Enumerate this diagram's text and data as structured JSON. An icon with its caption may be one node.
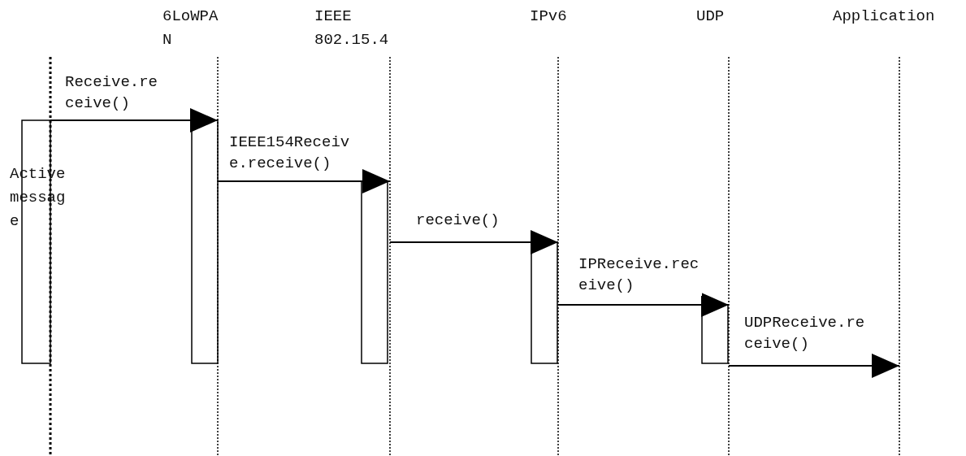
{
  "diagram": {
    "nodes": [
      {
        "text": [
          "Active message"
        ]
      },
      {
        "text": [
          "6LoWPAN"
        ]
      },
      {
        "text": [
          "IEEE 802.15.4"
        ]
      },
      {
        "text": [
          "IPv6"
        ]
      },
      {
        "text": [
          "UDP"
        ]
      },
      {
        "text": [
          "Application"
        ]
      }
    ],
    "edges": [
      {
        "from": 0,
        "to": 1,
        "arrow": "to",
        "label": "Receive.receive()"
      },
      {
        "from": 1,
        "to": 2,
        "arrow": "to",
        "label": "IEEE154Receive.receive()"
      },
      {
        "from": 2,
        "to": 3,
        "arrow": "to",
        "label": "receive()"
      },
      {
        "from": 3,
        "to": 4,
        "arrow": "to",
        "label": "IPReceive.receive()"
      },
      {
        "from": 4,
        "to": 5,
        "arrow": "to",
        "label": "UDPReceive.receive()"
      }
    ]
  }
}
